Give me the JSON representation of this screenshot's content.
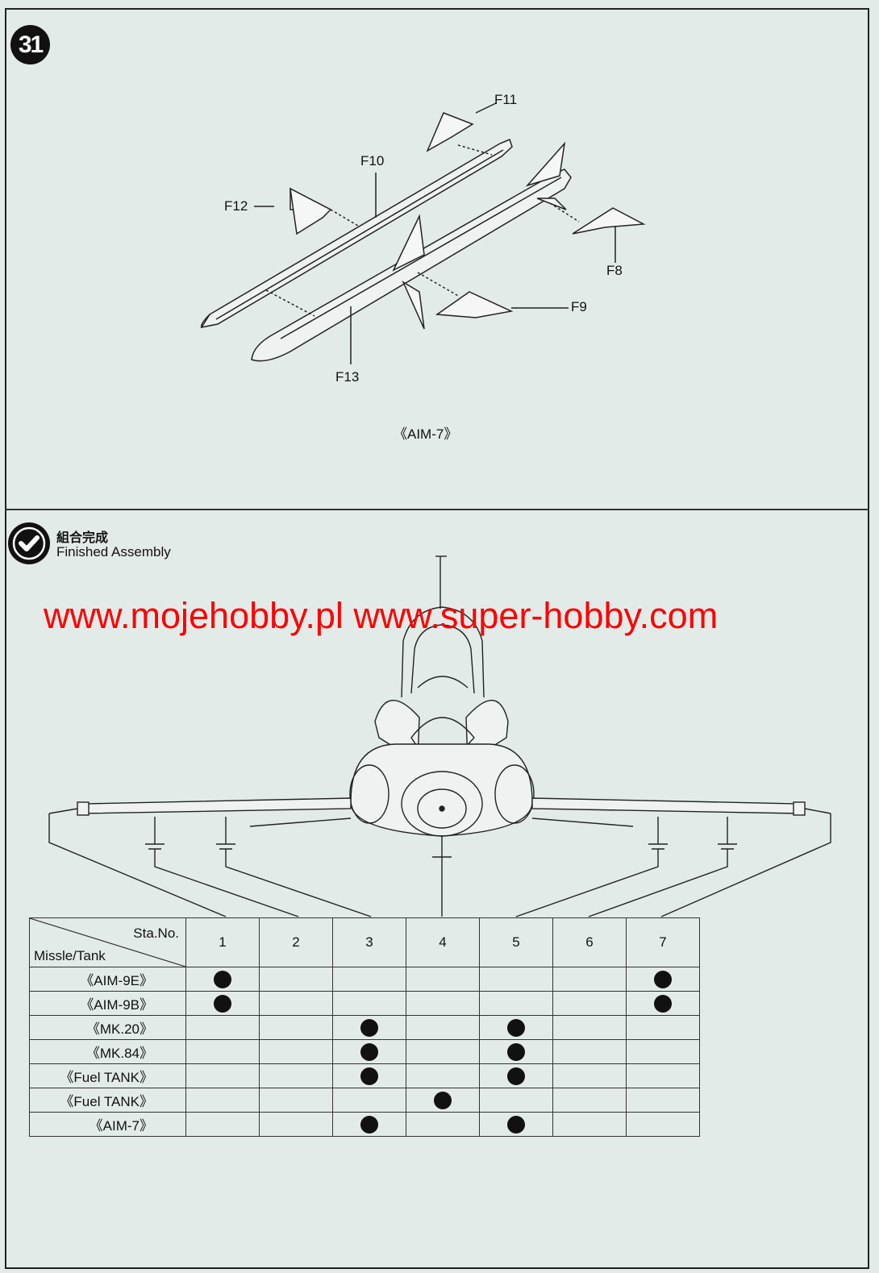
{
  "step_number": "31",
  "parts": {
    "f11": "F11",
    "f10": "F10",
    "f12": "F12",
    "f8": "F8",
    "f9": "F9",
    "f13": "F13"
  },
  "assembly_caption": "《AIM-7》",
  "finished": {
    "title_cn": "組合完成",
    "title_en": "Finished Assembly",
    "icon": "checkmark-icon"
  },
  "watermark": "www.mojehobby.pl www.super-hobby.com",
  "table": {
    "sta_label": "Sta.No.",
    "missile_label": "Missle/Tank",
    "stations": [
      "1",
      "2",
      "3",
      "4",
      "5",
      "6",
      "7"
    ],
    "rows": [
      {
        "label": "《AIM-9E》",
        "stations": [
          1,
          7
        ]
      },
      {
        "label": "《AIM-9B》",
        "stations": [
          1,
          7
        ]
      },
      {
        "label": "《MK.20》",
        "stations": [
          3,
          5
        ]
      },
      {
        "label": "《MK.84》",
        "stations": [
          3,
          5
        ]
      },
      {
        "label": "《Fuel TANK》",
        "stations": [
          3,
          5
        ]
      },
      {
        "label": "《Fuel TANK》",
        "stations": [
          4
        ]
      },
      {
        "label": "《AIM-7》",
        "stations": [
          3,
          5
        ]
      }
    ]
  }
}
